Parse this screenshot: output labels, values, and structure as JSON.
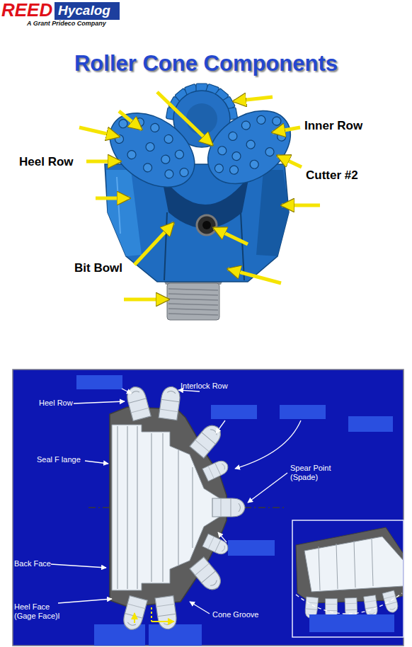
{
  "diagram": {
    "title": "Roller Cone Components",
    "labels": [
      "REED",
      "Hycalog",
      "A Grant Prideco Company",
      "Inner Row",
      "Heel Row",
      "Cutter #2",
      "Bit Bowl",
      "Interlock Row",
      "Heel Row",
      "Seal F lange",
      "Spear Point (Spade)",
      "Back Face",
      "Heel Face (Gage Face)l",
      "Cone Groove"
    ]
  }
}
